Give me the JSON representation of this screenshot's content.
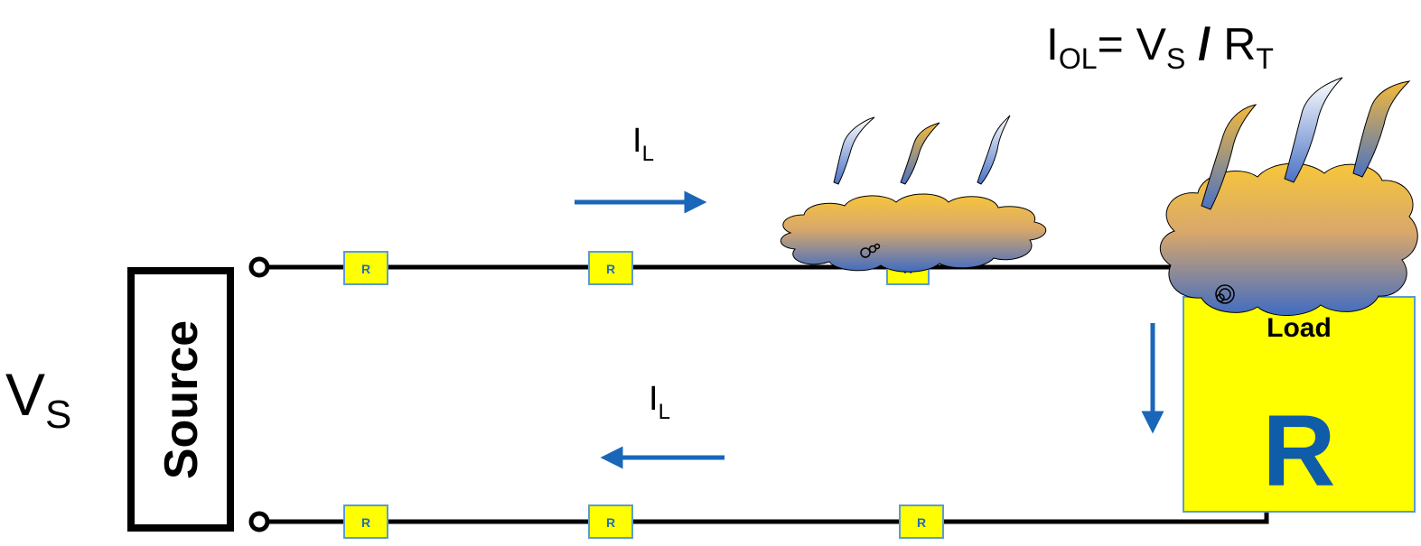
{
  "formula": {
    "I": "I",
    "sub_ol": "OL",
    "eq": "= V",
    "sub_s": "S",
    "slash": "/",
    "R": "R",
    "sub_t": "T"
  },
  "vs": {
    "V": "V",
    "sub_s": "S"
  },
  "source_label": "Source",
  "current_top": {
    "I": "I",
    "sub": "L"
  },
  "current_bottom": {
    "I": "I",
    "sub": "L"
  },
  "resistor_label": "R",
  "load": {
    "title": "Load",
    "value": "R"
  },
  "colors": {
    "wire": "#000000",
    "arrow": "#1a66b8",
    "resistor_fill": "#ffff00",
    "resistor_border": "#5b9bd5",
    "resistor_text": "#1f6fb5",
    "load_fill": "#ffff00",
    "load_text": "#0f5ca8",
    "smoke_top": "#f5c242",
    "smoke_bottom": "#4a72c4"
  }
}
